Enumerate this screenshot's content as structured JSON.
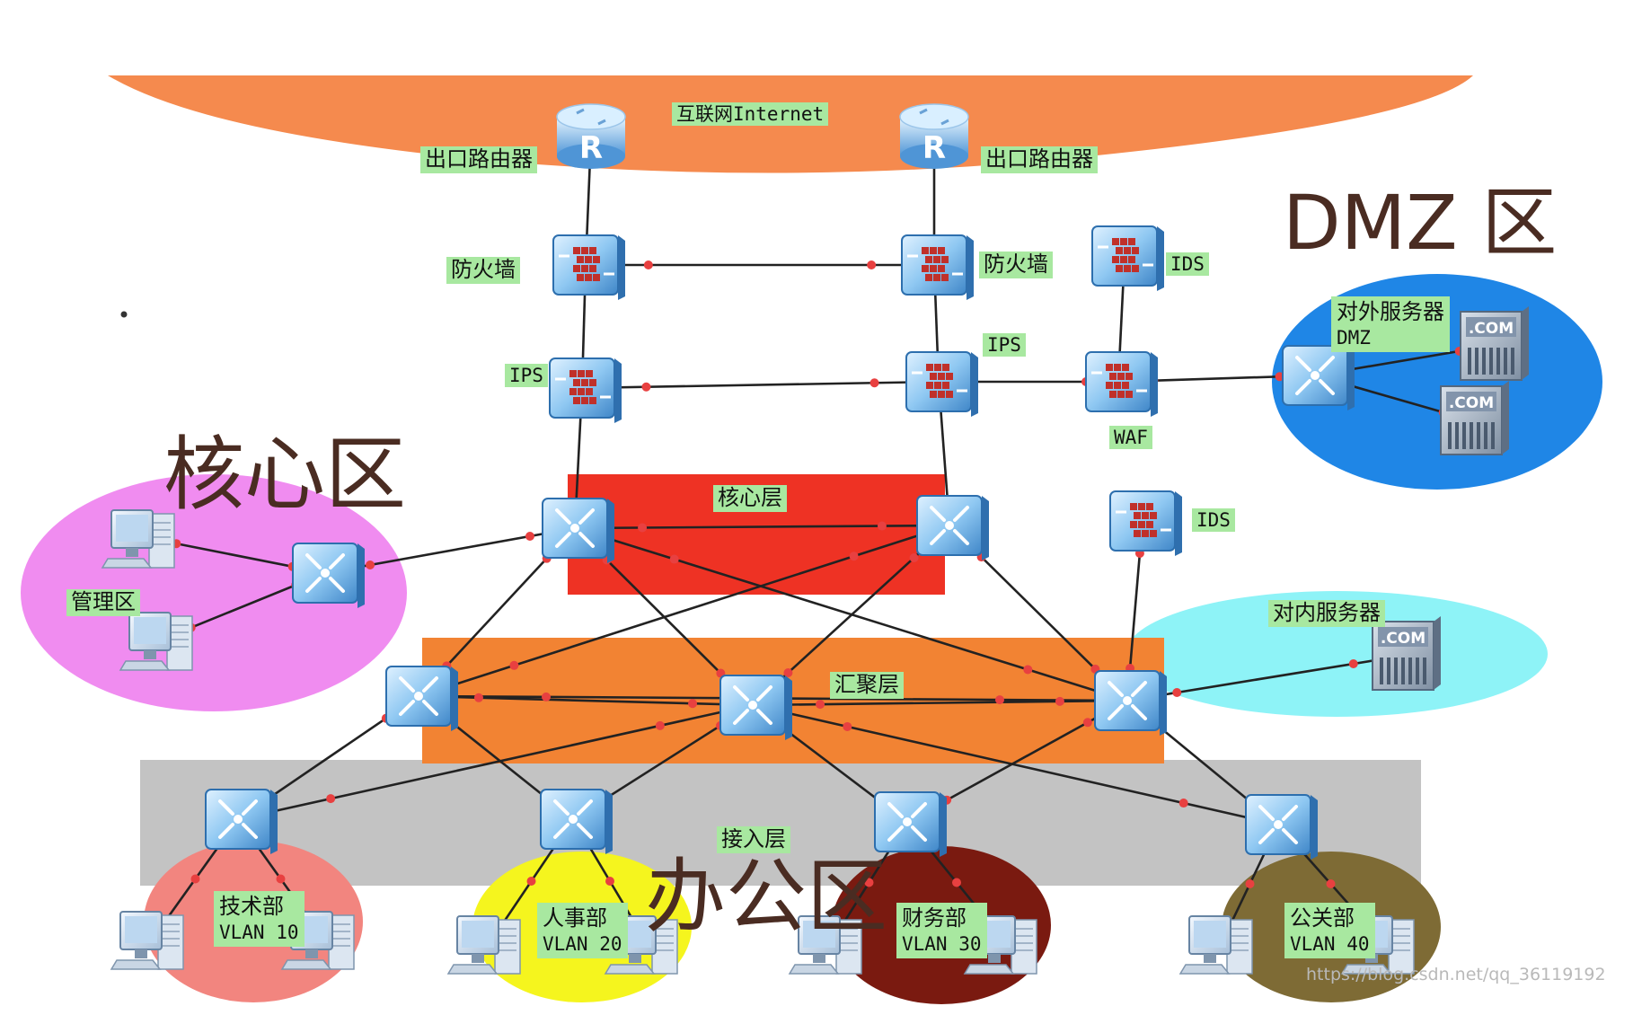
{
  "internet_label": "互联网Internet",
  "dmz_zone_title": "DMZ 区",
  "core_zone_title": "核心区",
  "office_zone_title": "办公区",
  "labels": {
    "router_left": "出口路由器",
    "router_right": "出口路由器",
    "firewall_left": "防火墙",
    "firewall_right": "防火墙",
    "ids_top": "IDS",
    "ips_left": "IPS",
    "ips_right": "IPS",
    "waf": "WAF",
    "ids_core": "IDS",
    "core_layer": "核心层",
    "agg_layer": "汇聚层",
    "access_layer": "接入层",
    "mgmt_area": "管理区",
    "external_servers": "对外服务器",
    "external_servers_sub": "DMZ",
    "internal_servers": "对内服务器",
    "server_tag": ".COM"
  },
  "departments": [
    {
      "name": "技术部",
      "vlan": "VLAN 10"
    },
    {
      "name": "人事部",
      "vlan": "VLAN 20"
    },
    {
      "name": "财务部",
      "vlan": "VLAN 30"
    },
    {
      "name": "公关部",
      "vlan": "VLAN 40"
    }
  ],
  "router_letter": "R",
  "watermark": "https://blog.csdn.net/qq_36119192",
  "colors": {
    "internet": "#f58a4e",
    "dmz": "#1f86e6",
    "core_zone": "#f08cf0",
    "core_layer": "#ee3224",
    "agg_layer": "#f28333",
    "access_layer": "#c3c3c3",
    "internal_servers": "#8ef3f7",
    "dept_tech": "#f2857f",
    "dept_hr": "#f5f51e",
    "dept_fin": "#7a1a10",
    "dept_pr": "#7e6b35",
    "label_bg": "#a8e8a0",
    "link": "#222222",
    "link_dot": "#e84040"
  }
}
